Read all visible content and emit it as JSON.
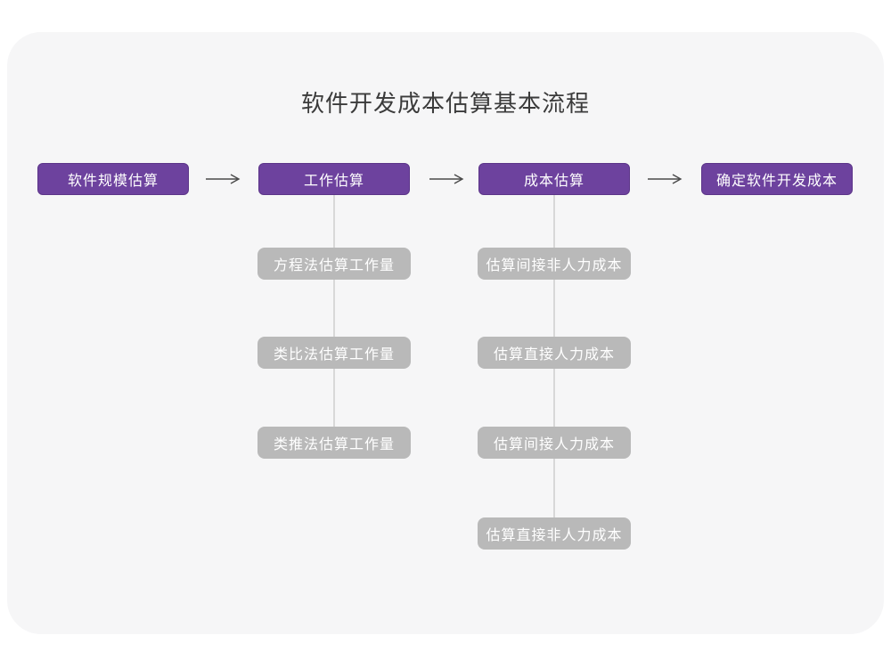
{
  "title": "软件开发成本估算基本流程",
  "colors": {
    "primary": "#6D429E",
    "primary_border": "#5C3589",
    "sub_node": "#B9B9B9",
    "connector": "#D8D8D8",
    "card_bg": "#F6F6F7",
    "arrow": "#4A4A4A",
    "title_color": "#3B3B3B"
  },
  "main_nodes": [
    {
      "label": "软件规模估算"
    },
    {
      "label": "工作估算"
    },
    {
      "label": "成本估算"
    },
    {
      "label": "确定软件开发成本"
    }
  ],
  "arrows": [
    {
      "name": "arrow-1"
    },
    {
      "name": "arrow-2"
    },
    {
      "name": "arrow-3"
    }
  ],
  "branches": [
    {
      "parent": "工作估算",
      "children": [
        "方程法估算工作量",
        "类比法估算工作量",
        "类推法估算工作量"
      ]
    },
    {
      "parent": "成本估算",
      "children": [
        "估算间接非人力成本",
        "估算直接人力成本",
        "估算间接人力成本",
        "估算直接非人力成本"
      ]
    }
  ]
}
